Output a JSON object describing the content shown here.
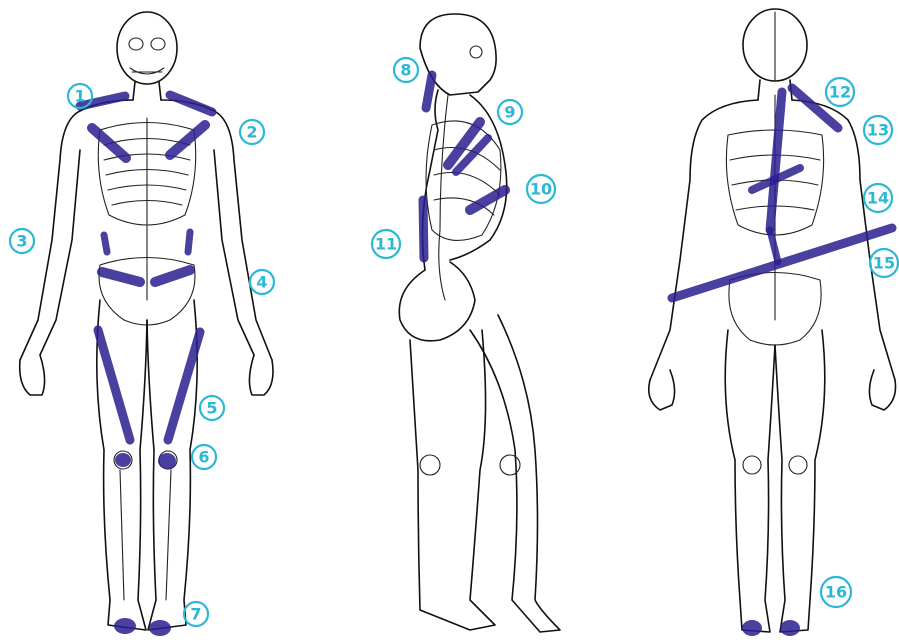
{
  "colors": {
    "ink": "#111111",
    "marker": "#2a1f8f",
    "label": "#2bb7d6",
    "background": "#ffffff"
  },
  "labels": [
    "1",
    "2",
    "3",
    "4",
    "5",
    "6",
    "7",
    "8",
    "9",
    "10",
    "11",
    "12",
    "13",
    "14",
    "15",
    "16"
  ]
}
